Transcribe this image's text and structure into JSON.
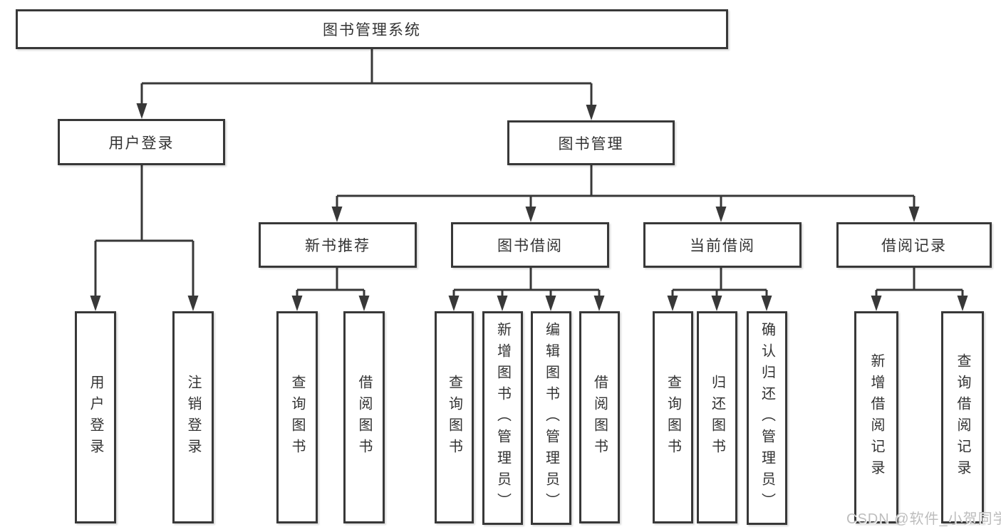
{
  "diagram": {
    "type": "hierarchy-tree",
    "root": {
      "label": "图书管理系统",
      "children": [
        {
          "label": "用户登录",
          "children": [
            {
              "label": "用户登录"
            },
            {
              "label": "注销登录"
            }
          ]
        },
        {
          "label": "图书管理",
          "children": [
            {
              "label": "新书推荐",
              "children": [
                {
                  "label": "查询图书"
                },
                {
                  "label": "借阅图书"
                }
              ]
            },
            {
              "label": "图书借阅",
              "children": [
                {
                  "label": "查询图书"
                },
                {
                  "label": "新增图书（管理员）"
                },
                {
                  "label": "编辑图书（管理员）"
                },
                {
                  "label": "借阅图书"
                }
              ]
            },
            {
              "label": "当前借阅",
              "children": [
                {
                  "label": "查询图书"
                },
                {
                  "label": "归还图书"
                },
                {
                  "label": "确认归还（管理员）"
                }
              ]
            },
            {
              "label": "借阅记录",
              "children": [
                {
                  "label": "新增借阅记录"
                },
                {
                  "label": "查询借阅记录"
                }
              ]
            }
          ]
        }
      ]
    }
  },
  "watermark": {
    "text": "CSDN @软件_小贺同学",
    "color": "#bdbdbd"
  },
  "colors": {
    "line": "#383838",
    "box_border": "#383838",
    "box_fill": "#ffffff",
    "text": "#333333",
    "background": "#ffffff"
  }
}
